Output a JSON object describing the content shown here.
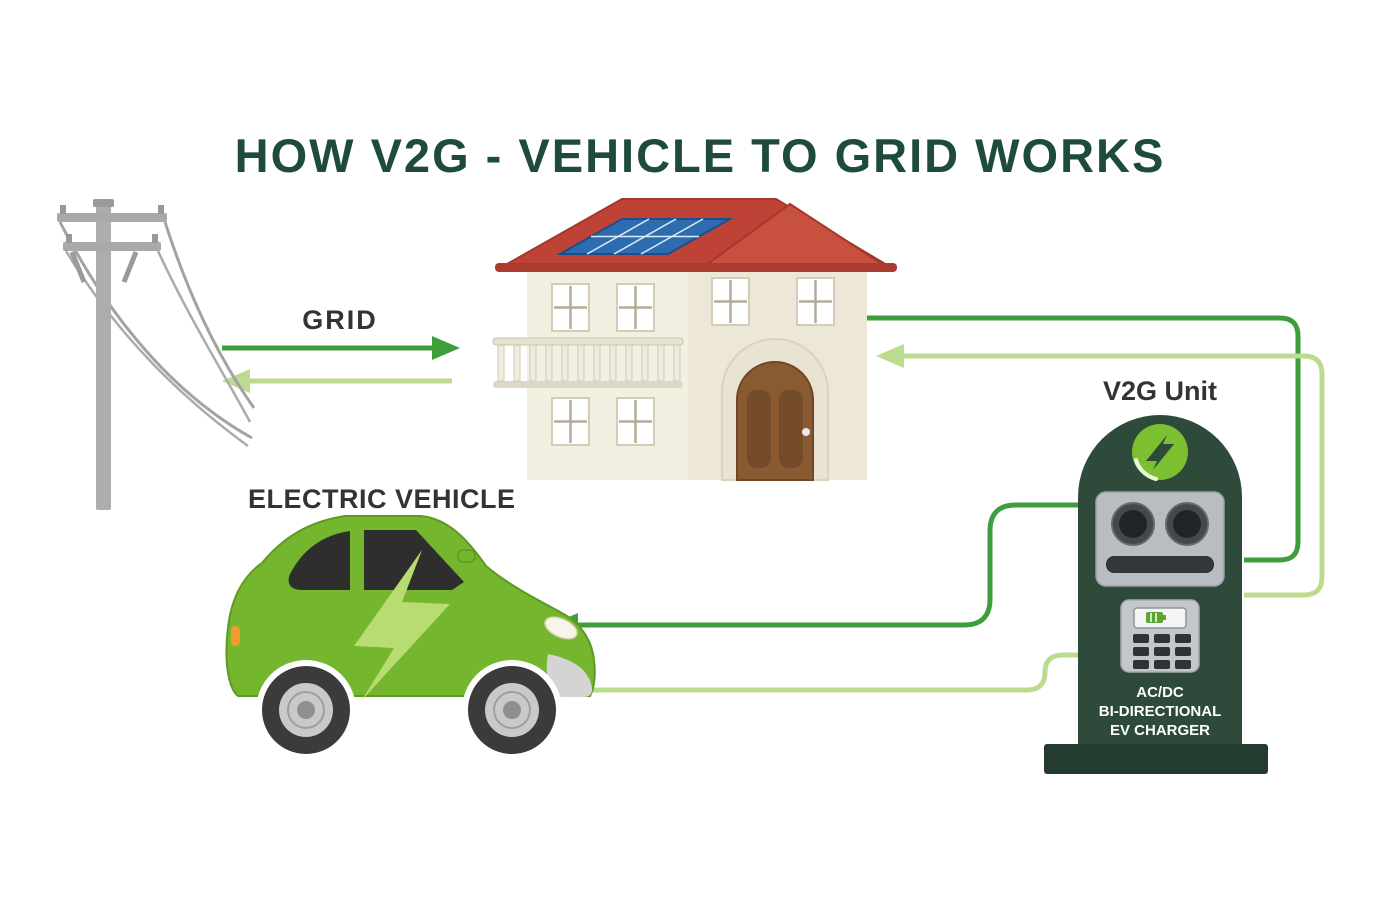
{
  "title": {
    "text": "HOW V2G - VEHICLE TO GRID WORKS"
  },
  "labels": {
    "grid": "GRID",
    "electric_vehicle": "ELECTRIC VEHICLE",
    "v2g_unit": "V2G Unit"
  },
  "charger_unit": {
    "line1": "AC/DC",
    "line2": "BI-DIRECTIONAL",
    "line3": "EV CHARGER"
  },
  "connections": [
    {
      "from": "power-grid-pole",
      "to": "house",
      "style": "dark_green_arrow"
    },
    {
      "from": "house",
      "to": "power-grid-pole",
      "style": "light_green_arrow"
    },
    {
      "from": "house",
      "to": "v2g-unit",
      "style": "dark_green_line"
    },
    {
      "from": "v2g-unit",
      "to": "house",
      "style": "light_green_arrow"
    },
    {
      "from": "v2g-unit",
      "to": "electric-vehicle",
      "style": "dark_green_arrow"
    },
    {
      "from": "electric-vehicle",
      "to": "v2g-unit",
      "style": "light_green_line"
    }
  ],
  "icons": {
    "car_graphic": "lightning-bolt-icon",
    "charger_top": "lightning-circle-icon",
    "charger_screen": "battery-icon",
    "house_roof": "solar-panel",
    "left_object": "utility-pole"
  },
  "colors": {
    "title_text": "#1e4b3d",
    "label_text": "#333333",
    "flow_dark_green": "#3f9e3c",
    "flow_light_green": "#bbdb8e",
    "car_body_green": "#74b62e",
    "lightning_light_green": "#b9dc72",
    "unit_body_dark_green": "#2d4a3a",
    "unit_accent_green": "#7cbf30",
    "roof_red": "#bf4236",
    "wall_cream": "#f3efe1",
    "door_brown": "#8a5a33",
    "solar_panel_blue": "#2e6cb0",
    "pole_gray": "#adadad",
    "charger_text": "#ffffff"
  }
}
